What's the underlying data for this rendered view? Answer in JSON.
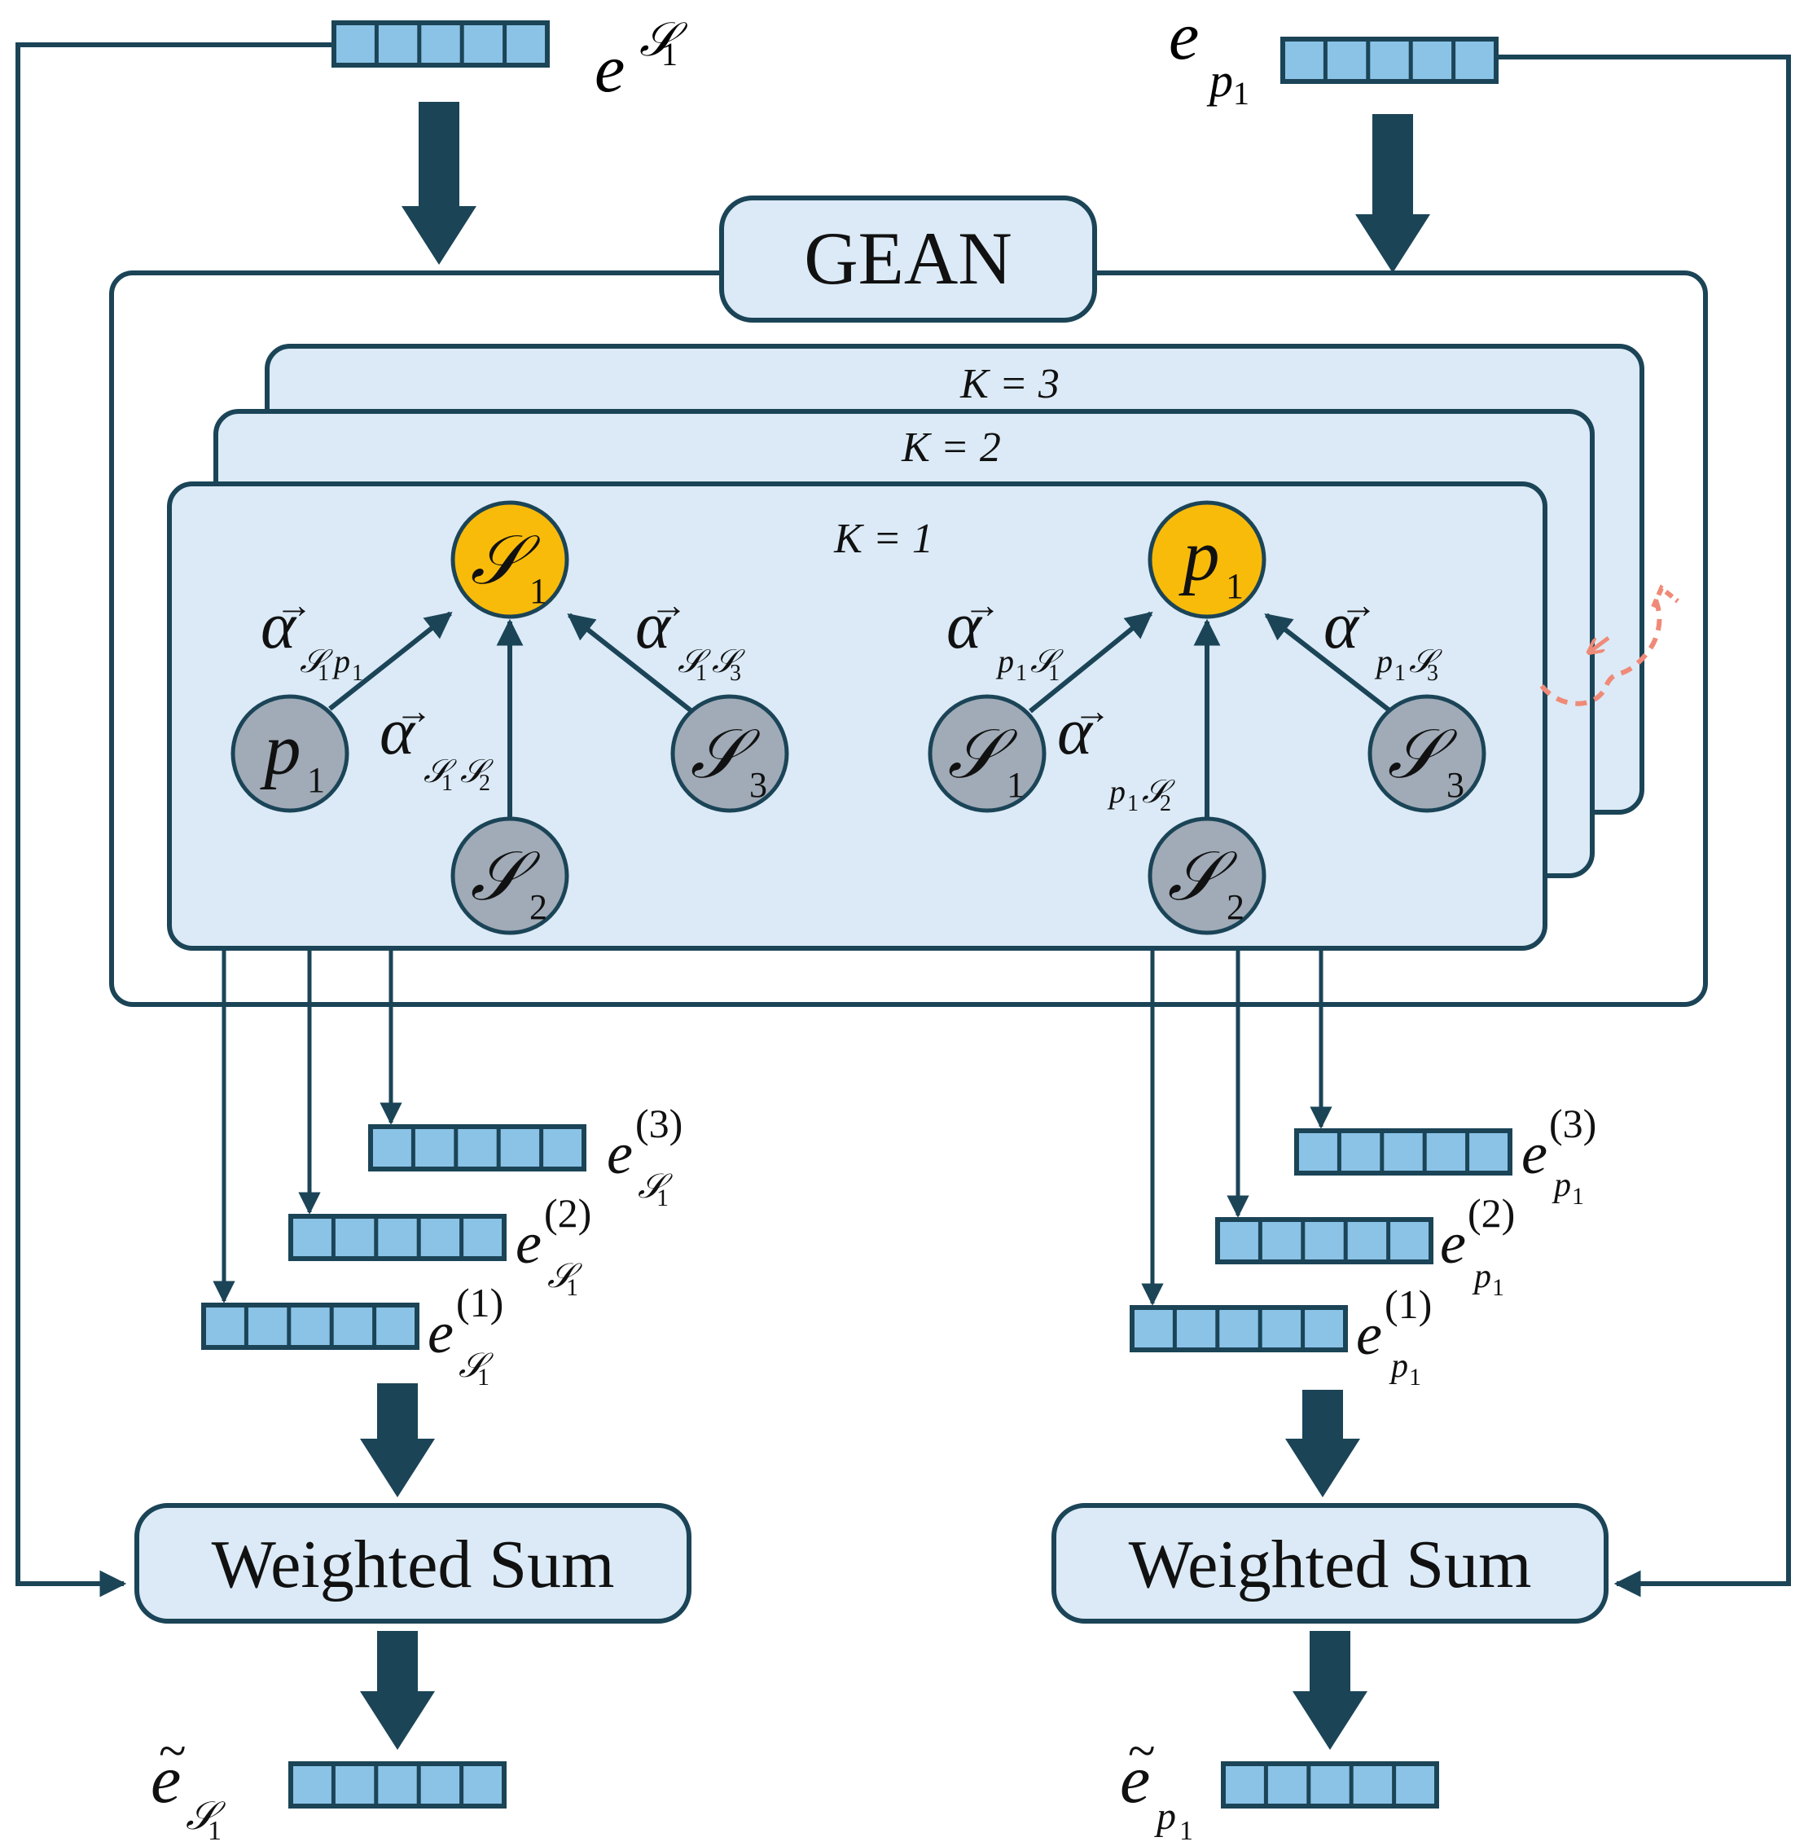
{
  "colors": {
    "stroke": "#1b4457",
    "panel_fill": "#dbeaf6",
    "cell_fill": "#8bc3e6",
    "target_node": "#f9bb0a",
    "neighbor_node": "#a0abb7",
    "self_loop": "#f08a78",
    "text": "#111111"
  },
  "labels": {
    "gean": "GEAN",
    "weighted_sum_left": "Weighted Sum",
    "weighted_sum_right": "Weighted Sum",
    "layer_k1": "K = 1",
    "layer_k2": "K = 2",
    "layer_k3": "K = 3"
  },
  "math": {
    "e": "e",
    "p": "p",
    "S": "𝒮",
    "alpha": "α",
    "vec": "→",
    "tilde": "~",
    "sub1": "1",
    "sub2": "2",
    "sub3": "3",
    "sup1": "(1)",
    "sup2": "(2)",
    "sup3": "(3)"
  },
  "nodes": {
    "left_target": "S1",
    "left_neighbors": [
      "p1",
      "S2",
      "S3"
    ],
    "right_target": "p1",
    "right_neighbors": [
      "S1",
      "S2",
      "S3"
    ]
  },
  "icons": {
    "embedding": "embedding-vector-icon",
    "self_loop": "self-loop-icon"
  }
}
